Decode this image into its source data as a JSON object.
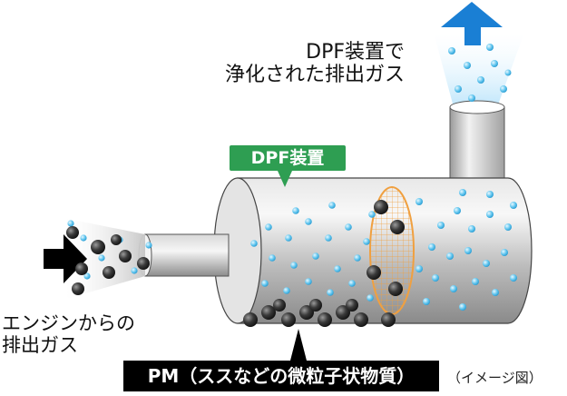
{
  "labels": {
    "clean_gas_line1": "DPF装置で",
    "clean_gas_line2": "浄化された排出ガス",
    "dpf_device": "DPF装置",
    "engine_exhaust_line1": "エンジンからの",
    "engine_exhaust_line2": "排出ガス",
    "pm": "PM（ススなどの微粒子状物質）",
    "image_note": "（イメージ図）"
  },
  "colors": {
    "label_green": "#2e9e52",
    "arrow_blue": "#1a7fd4",
    "particle_blue": "#5ec4ee",
    "filter_orange": "#f0a040",
    "soot": "#3a3a3a"
  }
}
